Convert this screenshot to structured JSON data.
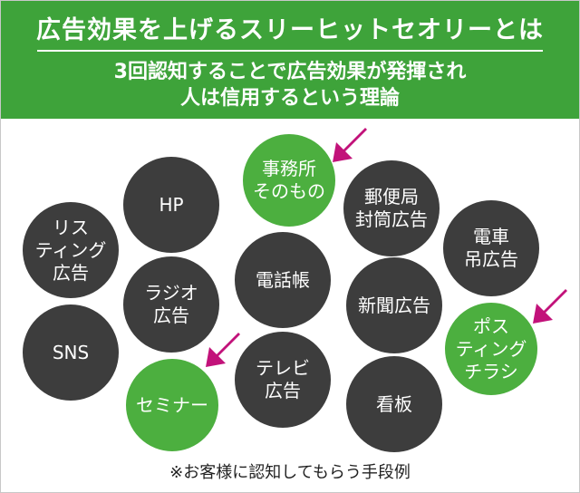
{
  "header": {
    "title": "広告効果を上げるスリーヒットセオリーとは",
    "subtitle_line1": "3回認知することで広告効果が発揮され",
    "subtitle_line2": "人は信用するという理論"
  },
  "bubbles": {
    "jimusho": {
      "line1": "事務所",
      "line2": "そのもの"
    },
    "hp": {
      "line1": "HP"
    },
    "yubin": {
      "line1": "郵便局",
      "line2": "封筒広告"
    },
    "listing": {
      "line1": "リス",
      "line2": "ティング",
      "line3": "広告"
    },
    "densha": {
      "line1": "電車",
      "line2": "吊広告"
    },
    "radio": {
      "line1": "ラジオ",
      "line2": "広告"
    },
    "denwacho": {
      "line1": "電話帳"
    },
    "shinbun": {
      "line1": "新聞広告"
    },
    "posting": {
      "line1": "ポス",
      "line2": "ティング",
      "line3": "チラシ"
    },
    "sns": {
      "line1": "SNS"
    },
    "seminar": {
      "line1": "セミナー"
    },
    "tv": {
      "line1": "テレビ",
      "line2": "広告"
    },
    "kanban": {
      "line1": "看板"
    }
  },
  "footnote": "※お客様に認知してもらう手段例",
  "colors": {
    "header_green": "#3ea33a",
    "bubble_green": "#4caf3f",
    "bubble_dark": "#3d3d3d",
    "arrow_magenta": "#c2127a"
  }
}
